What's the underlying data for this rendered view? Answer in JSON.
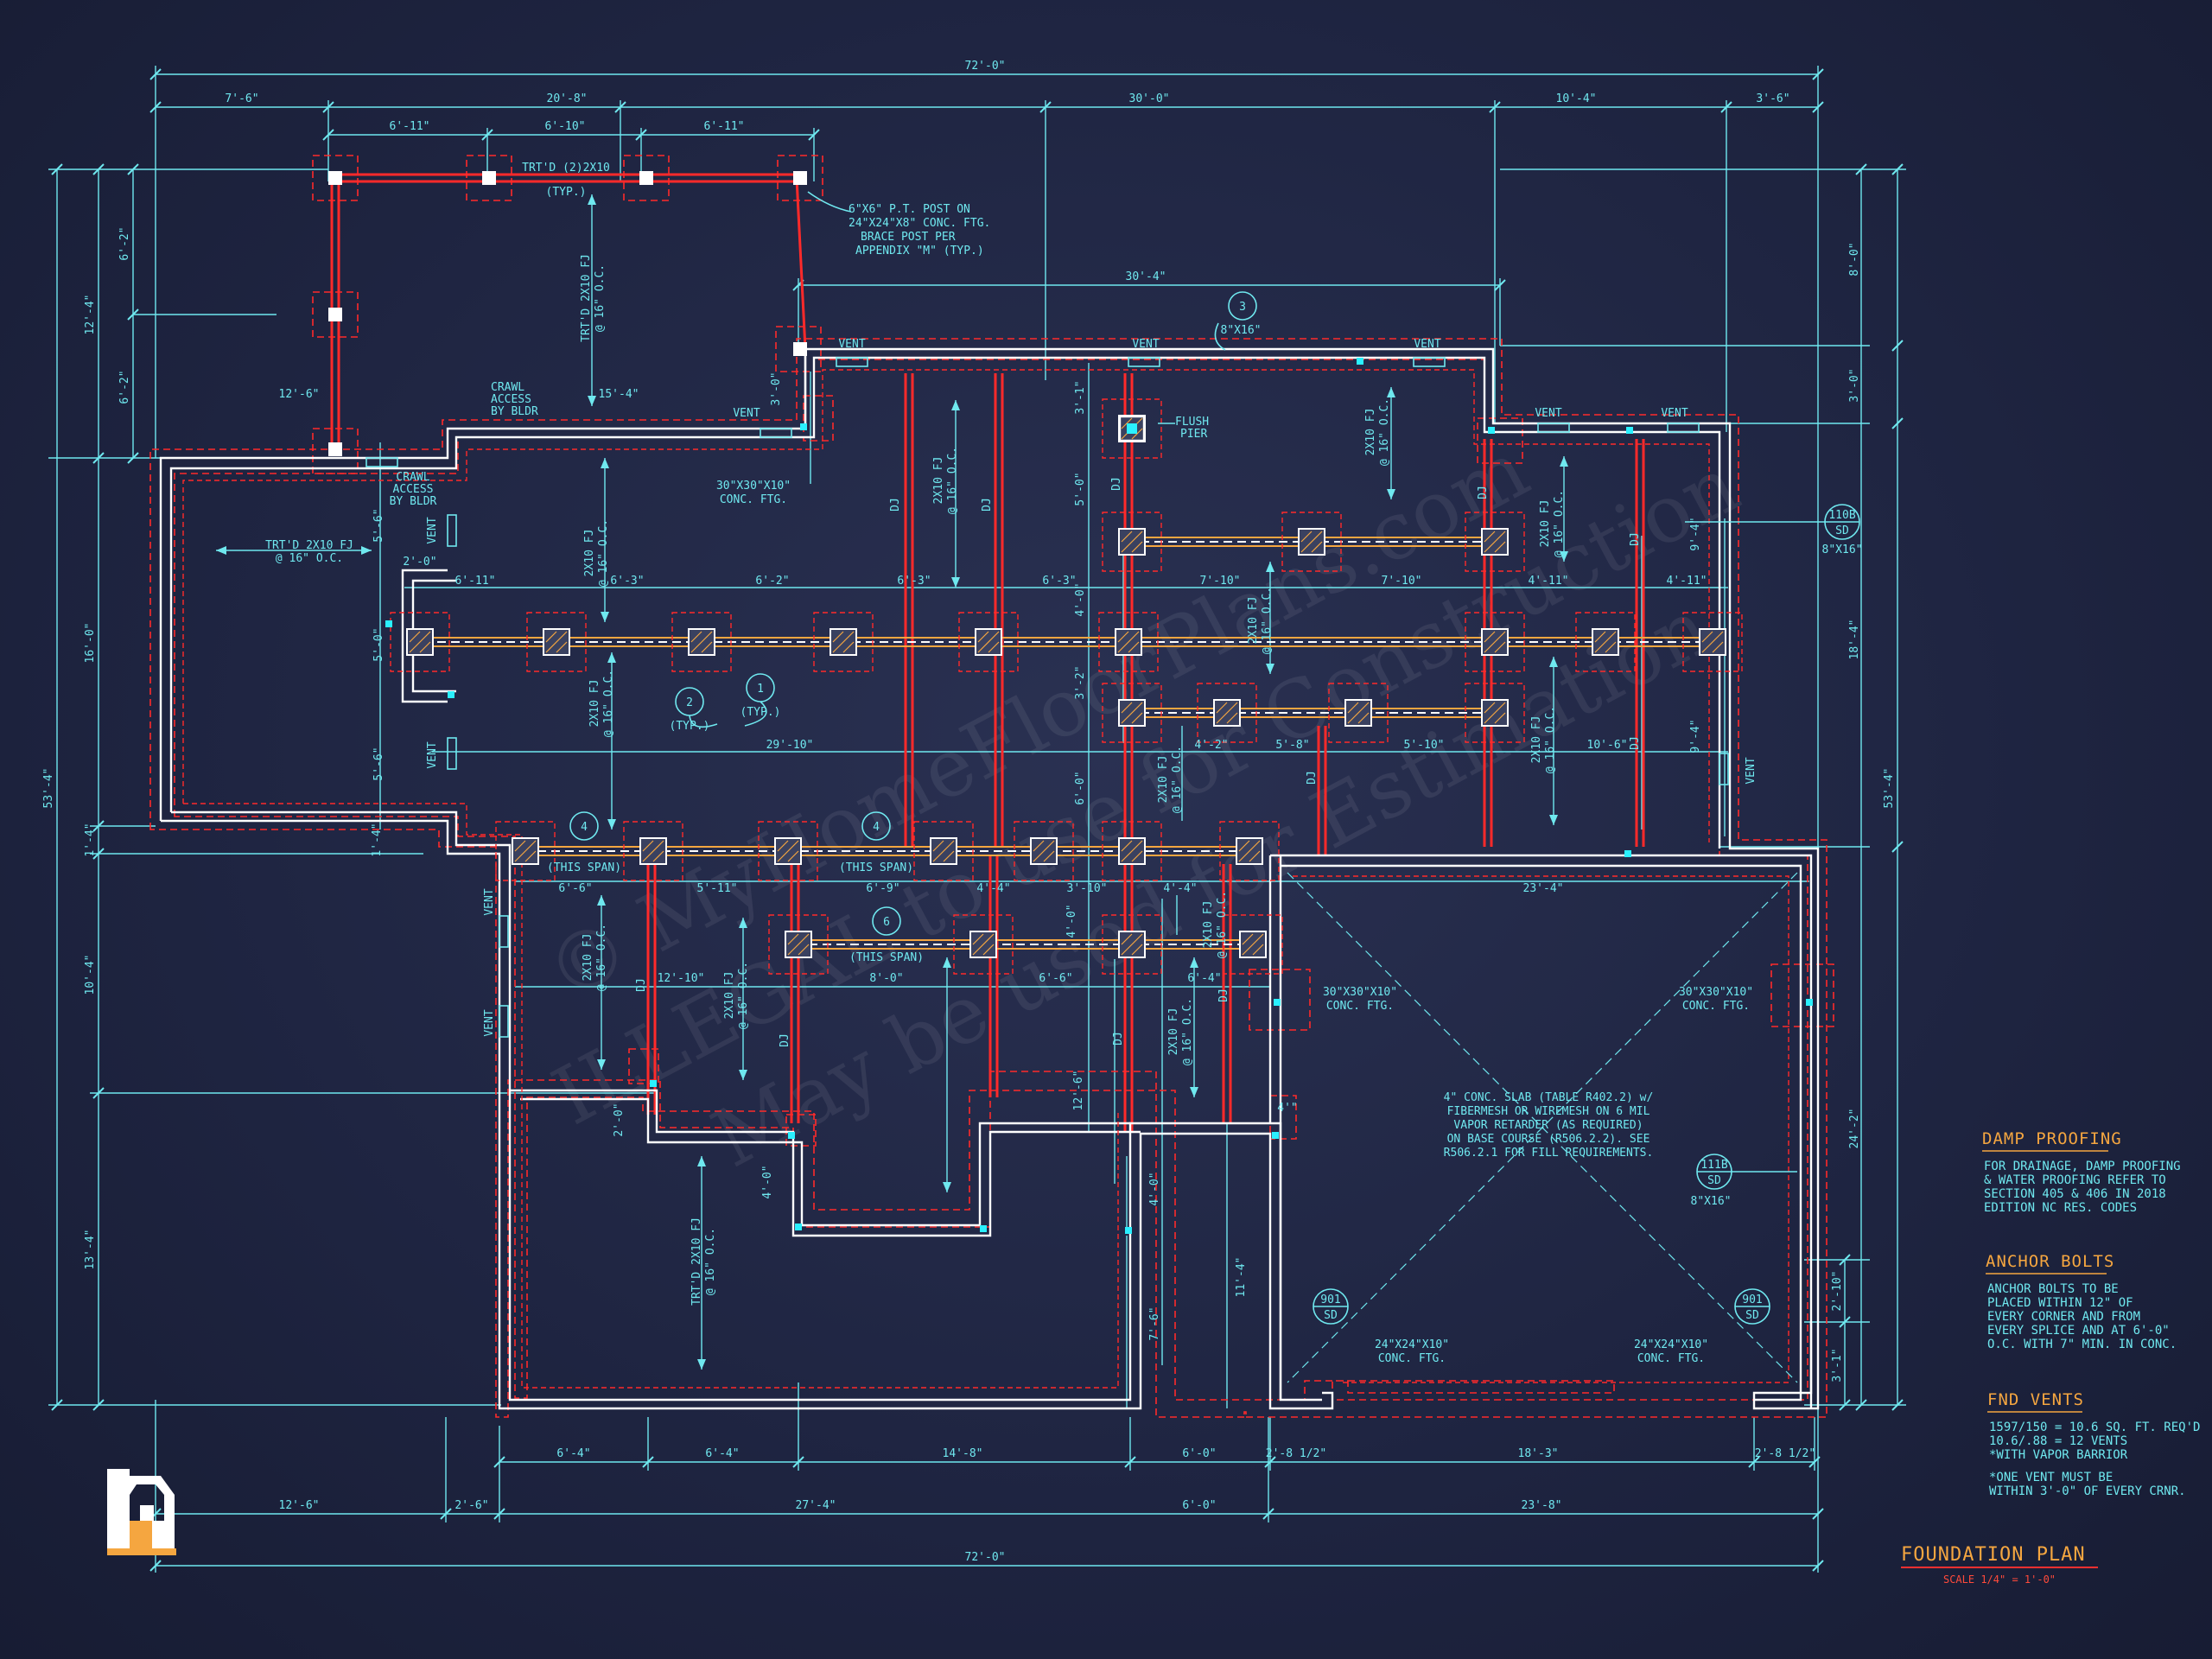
{
  "title": {
    "text": "FOUNDATION PLAN",
    "scale": "SCALE 1/4\" = 1'-0\""
  },
  "colors": {
    "background": "#1e2440",
    "line": "#6fe8ef",
    "wall": "#ffffff",
    "beam": "#ff2a2a",
    "accent": "#f5a640"
  },
  "watermark": [
    "© MyHomeFloorPlans.com",
    "ILLEGAL to use for Construction",
    "May be used for Estimation"
  ],
  "dimensions": {
    "overall_top": "72'-0\"",
    "overall_bottom": "72'-0\"",
    "top_row": [
      "7'-6\"",
      "20'-8\"",
      "30'-0\"",
      "10'-4\"",
      "3'-6\""
    ],
    "porch_spans": [
      "6'-11\"",
      "6'-10\"",
      "6'-11\""
    ],
    "mid_top": "30'-4\"",
    "bottom_row1": [
      "6'-4\"",
      "6'-4\"",
      "14'-8\"",
      "6'-0\"",
      "2'-8 1/2\"",
      "18'-3\"",
      "2'-8 1/2\""
    ],
    "bottom_row2": [
      "12'-6\"",
      "2'-6\"",
      "27'-4\"",
      "6'-0\"",
      "23'-8\""
    ],
    "left_outer": "53'-4\"",
    "right_outer": "53'-4\"",
    "left_stack": [
      "12'-4\"",
      "16'-0\"",
      "1'-4\"",
      "10'-4\"",
      "13'-4\""
    ],
    "left_porch": [
      "6'-2\"",
      "6'-2\""
    ],
    "right_stack": [
      "8'-0\"",
      "3'-0\"",
      "18'-4\"",
      "24'-2\"",
      "2'-10\"",
      "3'-1\""
    ],
    "interior": [
      {
        "id": "d1",
        "text": "6'-11\""
      },
      {
        "id": "d2",
        "text": "6'-3\""
      },
      {
        "id": "d3",
        "text": "6'-2\""
      },
      {
        "id": "d4",
        "text": "6'-3\""
      },
      {
        "id": "d5",
        "text": "6'-3\""
      },
      {
        "id": "d6",
        "text": "7'-10\""
      },
      {
        "id": "d7",
        "text": "7'-10\""
      },
      {
        "id": "d8",
        "text": "4'-11\""
      },
      {
        "id": "d9",
        "text": "4'-11\""
      },
      {
        "id": "d10",
        "text": "29'-10\""
      },
      {
        "id": "d11",
        "text": "4'-2\""
      },
      {
        "id": "d12",
        "text": "5'-8\""
      },
      {
        "id": "d13",
        "text": "5'-10\""
      },
      {
        "id": "d14",
        "text": "10'-6\""
      },
      {
        "id": "d15",
        "text": "6'-6\""
      },
      {
        "id": "d16",
        "text": "5'-11\""
      },
      {
        "id": "d17",
        "text": "6'-9\""
      },
      {
        "id": "d18",
        "text": "4'-4\""
      },
      {
        "id": "d19",
        "text": "3'-10\""
      },
      {
        "id": "d20",
        "text": "4'-4\""
      },
      {
        "id": "d21",
        "text": "23'-4\""
      },
      {
        "id": "d22",
        "text": "12'-10\""
      },
      {
        "id": "d23",
        "text": "8'-0\""
      },
      {
        "id": "d24",
        "text": "6'-6\""
      },
      {
        "id": "d25",
        "text": "6'-4\""
      },
      {
        "id": "d26",
        "text": "15'-4\""
      },
      {
        "id": "d27",
        "text": "12'-6\""
      },
      {
        "id": "d28",
        "text": "2'-0\""
      },
      {
        "id": "d29",
        "text": "3'-0\""
      },
      {
        "id": "d30",
        "text": "3'-1\""
      },
      {
        "id": "d31",
        "text": "5'-0\""
      },
      {
        "id": "d32",
        "text": "4'-0\""
      },
      {
        "id": "d33",
        "text": "3'-2\""
      },
      {
        "id": "d34",
        "text": "6'-0\""
      },
      {
        "id": "d35",
        "text": "9'-4\""
      },
      {
        "id": "d36",
        "text": "9'-4\""
      },
      {
        "id": "d37",
        "text": "5'-6\""
      },
      {
        "id": "d38",
        "text": "5'-0\""
      },
      {
        "id": "d39",
        "text": "5'-6\""
      },
      {
        "id": "d40",
        "text": "4'-0\""
      },
      {
        "id": "d41",
        "text": "12'-6\""
      },
      {
        "id": "d42",
        "text": "4'-0\""
      },
      {
        "id": "d43",
        "text": "7'-6\""
      },
      {
        "id": "d44",
        "text": "11'-4\""
      },
      {
        "id": "d45",
        "text": "2'-0\""
      },
      {
        "id": "d46",
        "text": "4'-0\""
      },
      {
        "id": "d47",
        "text": "1'-4\""
      },
      {
        "id": "d48",
        "text": "4'\""
      }
    ]
  },
  "labels": {
    "porch_beam": "TRT'D (2)2X10",
    "typ": "(TYP.)",
    "post_note": [
      "6\"X6\" P.T. POST ON",
      "24\"X24\"X8\" CONC. FTG.",
      "BRACE POST PER",
      "APPENDIX \"M\" (TYP.)"
    ],
    "porch_fj": [
      "TRT'D 2X10 FJ",
      "@ 16\" O.C."
    ],
    "crawl_access1": [
      "CRAWL",
      "ACCESS",
      "BY BLDR"
    ],
    "crawl_access2": [
      "CRAWL",
      "ACCESS",
      "BY BLDR"
    ],
    "left_fj": [
      "TRT'D 2X10 FJ",
      "@ 16\" O.C."
    ],
    "conc_ftg_a": [
      "30\"X30\"X10\"",
      "CONC. FTG."
    ],
    "conc_ftg_b": [
      "30\"X30\"X10\"",
      "CONC. FTG."
    ],
    "conc_ftg_c": [
      "30\"X30\"X10\"",
      "CONC. FTG."
    ],
    "conc_ftg_d": [
      "24\"X24\"X10\"",
      "CONC. FTG."
    ],
    "conc_ftg_e": [
      "24\"X24\"X10\"",
      "CONC. FTG."
    ],
    "flush_pier": [
      "FLUSH",
      "PIER"
    ],
    "vent": "VENT",
    "fj": [
      "2X10 FJ",
      "@ 16\" O.C."
    ],
    "dj": "DJ",
    "this_span": "(THIS SPAN)",
    "bubble_3_size": "8\"X16\"",
    "bubble_110b": "110B",
    "bubble_111b": "111B",
    "bubble_901": "901",
    "sd": "SD",
    "size_8x16": "8\"X16\"",
    "slab_note": [
      "4\" CONC. SLAB (TABLE R402.2) w/",
      "FIBERMESH OR WIREMESH ON 6 MIL",
      "VAPOR RETARDER (AS REQUIRED)",
      "ON BASE COURSE (R506.2.2). SEE",
      "R506.2.1 FOR FILL REQUIREMENTS."
    ],
    "bottom_fj": [
      "TRT'D 2X10 FJ",
      "@ 16\" O.C."
    ],
    "bubbles": [
      "1",
      "2",
      "3",
      "4",
      "4",
      "6"
    ]
  },
  "notes": {
    "damp": {
      "title": "DAMP PROOFING",
      "lines": [
        "FOR DRAINAGE, DAMP PROOFING",
        "& WATER PROOFING REFER TO",
        "SECTION 405 & 406 IN 2018",
        "EDITION NC RES. CODES"
      ]
    },
    "anchor": {
      "title": "ANCHOR BOLTS",
      "lines": [
        "ANCHOR BOLTS TO BE",
        "PLACED WITHIN 12\" OF",
        "EVERY CORNER AND FROM",
        "EVERY SPLICE AND AT 6'-0\"",
        "O.C. WITH 7\" MIN. IN CONC."
      ]
    },
    "vents": {
      "title": "FND VENTS",
      "lines": [
        "1597/150 = 10.6 SQ. FT. REQ'D",
        "10.6/.88 = 12 VENTS",
        "*WITH VAPOR BARRIOR",
        "",
        "*ONE VENT MUST BE",
        "WITHIN 3'-0\" OF EVERY CRNR."
      ]
    }
  }
}
